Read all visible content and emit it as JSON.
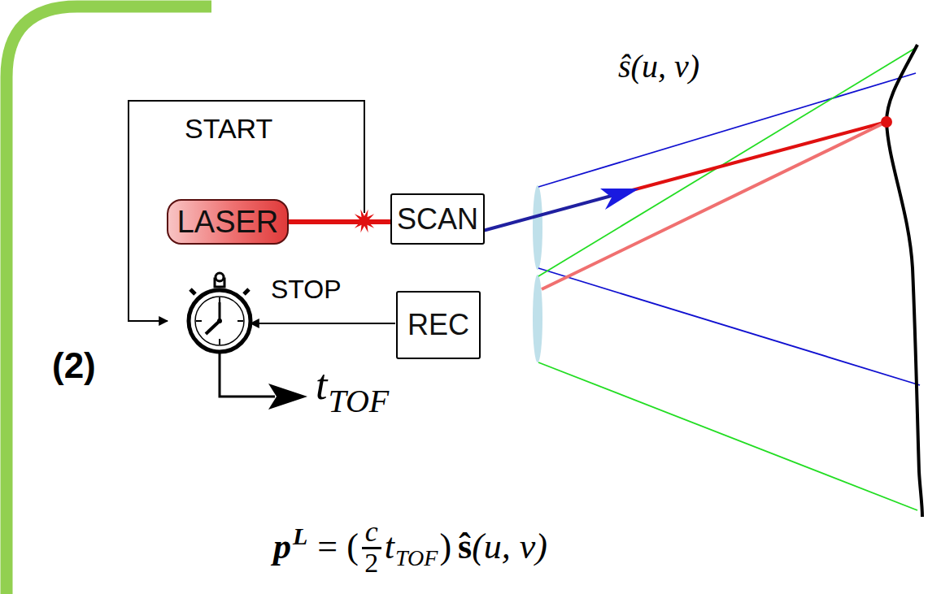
{
  "diagram": {
    "nodes": [
      {
        "text": [
          "LASER"
        ]
      },
      {
        "text": [
          "SCAN"
        ]
      },
      {
        "text": [
          "REC"
        ]
      }
    ],
    "edges": [
      {
        "from": 0,
        "to": 1,
        "arrow": "none"
      }
    ],
    "labels": [
      "START",
      "STOP",
      "(2)",
      "t",
      "TOF",
      "ŝ(u, v)",
      "p",
      "L",
      "= (",
      "c",
      "2",
      "t",
      "TOF",
      ")",
      "ŝ",
      "(u, v)"
    ]
  }
}
